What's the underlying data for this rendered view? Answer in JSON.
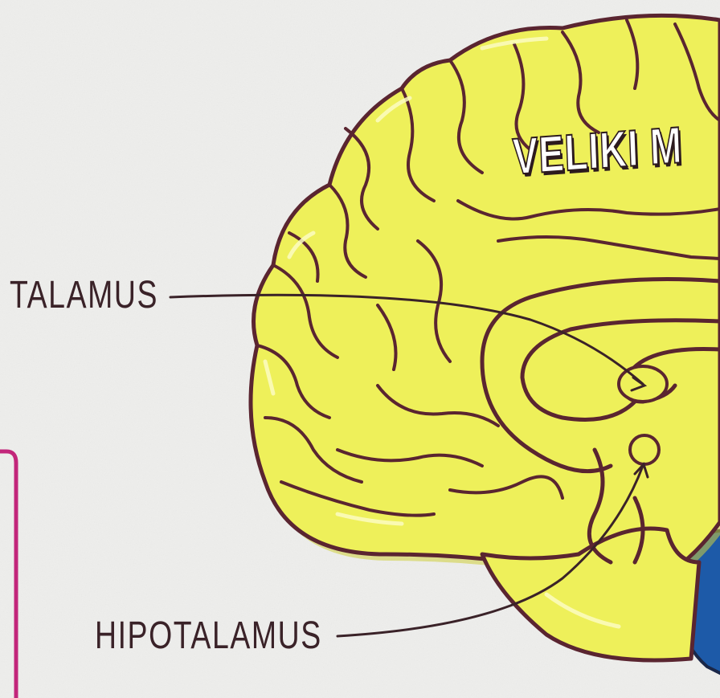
{
  "labels": {
    "cerebrum": "VELIKI M",
    "thalamus": "TALAMUS",
    "hypothalamus": "HIPOTALAMUS"
  },
  "colors": {
    "background": "#eeeeec",
    "brain_fill": "#eef05a",
    "brain_outline": "#5a2530",
    "cerebellum_blue": "#1d5aa8",
    "frame_magenta": "#c2267a",
    "text": "#3a2228"
  }
}
